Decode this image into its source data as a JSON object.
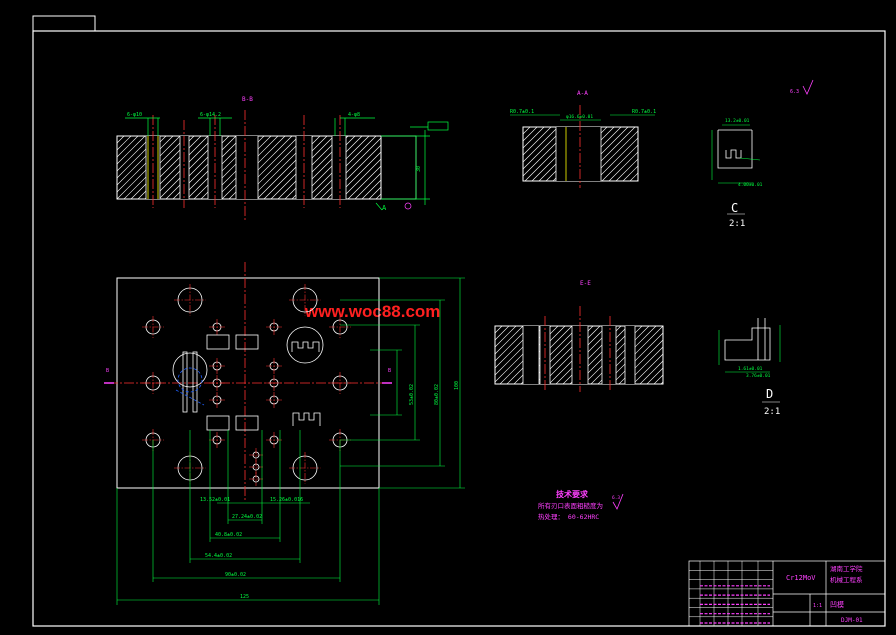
{
  "colors": {
    "background": "#000000",
    "frame": "#ffffff",
    "outline": "#ffffff",
    "hatch": "#ffffff",
    "centerline": "#ff3030",
    "dimension": "#00ff40",
    "annotation": "#ff40ff",
    "hidden": "#2060ff",
    "highlight": "#ffff00",
    "text": "#ffffff",
    "watermark": "#ff2020"
  },
  "watermark": "www.woc88.com",
  "sections": {
    "bb": "B-B",
    "aa": "A-A",
    "ee": "E-E",
    "c_letter": "C",
    "c_scale": "2:1",
    "d_letter": "D",
    "d_scale": "2:1",
    "roughness_top": "6.3"
  },
  "tech_req": {
    "title": "技术要求",
    "line1": "所有刃口表面粗糙度为",
    "line2": "热处理： 60-62HRC",
    "roughness": "6.3"
  },
  "marks": {
    "a": "A",
    "b": "B"
  },
  "title_block": {
    "material": "Cr12MoV",
    "school_1": "湖南工学院",
    "school_2": "机械工程系",
    "part_name": "凹模",
    "drawing_no": "DJM-01",
    "scale": "1:1"
  },
  "dims": {
    "bottom": [
      "13.52±0.01",
      "15.26±0.016",
      "27.24±0.02",
      "40.8±0.02",
      "54.4±0.02",
      "90±0.02",
      "125"
    ],
    "right": [
      "53±0.02",
      "80±0.02",
      "100"
    ],
    "top_callouts": [
      "6-φ10",
      "6-φ14.2",
      "4-φ8"
    ],
    "section_aa": [
      "R0.7±0.1",
      "φ16.6±0.01",
      "R0.7±0.1"
    ],
    "height": "30"
  }
}
